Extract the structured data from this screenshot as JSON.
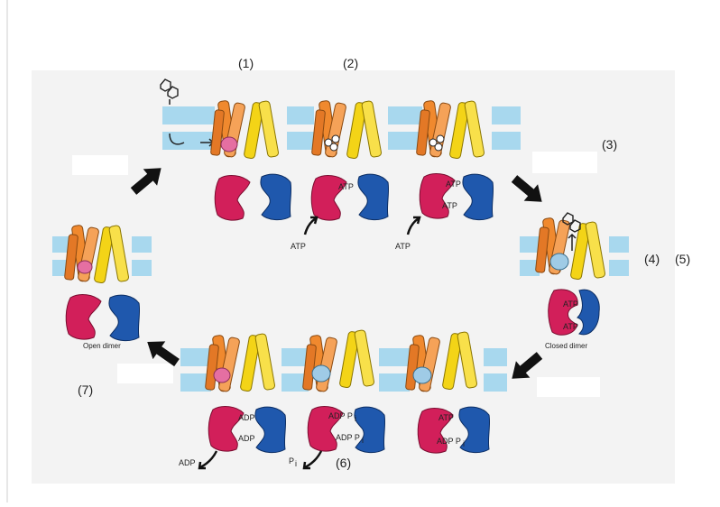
{
  "steps": [
    "(1)",
    "(2)",
    "(3)",
    "(4)",
    "(5)",
    "(6)",
    "(7)"
  ],
  "labels": {
    "atp": "ATP",
    "adp": "ADP",
    "adp_pi": "ADP P",
    "pi": "P",
    "pi_sub": "i",
    "open_dimer": "Open dimer",
    "closed_dimer": "Closed dimer"
  },
  "colors": {
    "background_panel": "#f3f3f3",
    "membrane": "#a8d8ee",
    "helix_orange": "#f0892e",
    "helix_yellow": "#f3d417",
    "nbd_red": "#d21f5a",
    "nbd_blue": "#1f58ad",
    "substrate_pink": "#e56fa2",
    "substrate_blue": "#9fcbe6",
    "arrow": "#111111"
  }
}
